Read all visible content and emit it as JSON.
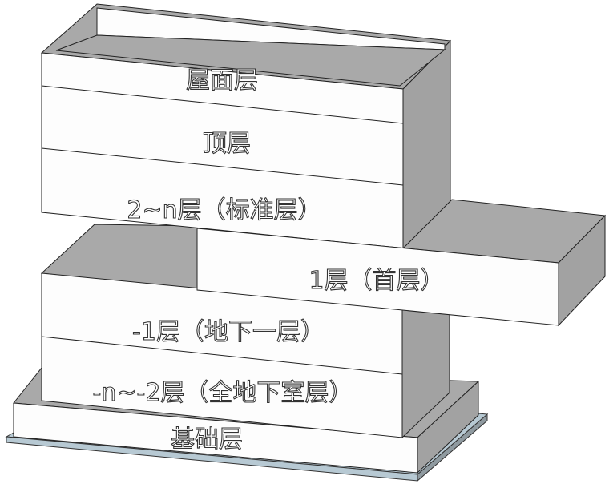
{
  "labels": {
    "roof": "屋面层",
    "top": "顶层",
    "standard": "2~n层（标准层）",
    "first": "1层（首层）",
    "basement1": "-1层（地下一层）",
    "basements": "-n~-2层（全地下室层）",
    "foundation": "基础层"
  },
  "colors": {
    "gray": "#a9a9a9",
    "white": "#fdfdfd",
    "slab": "#b7c9d3"
  }
}
